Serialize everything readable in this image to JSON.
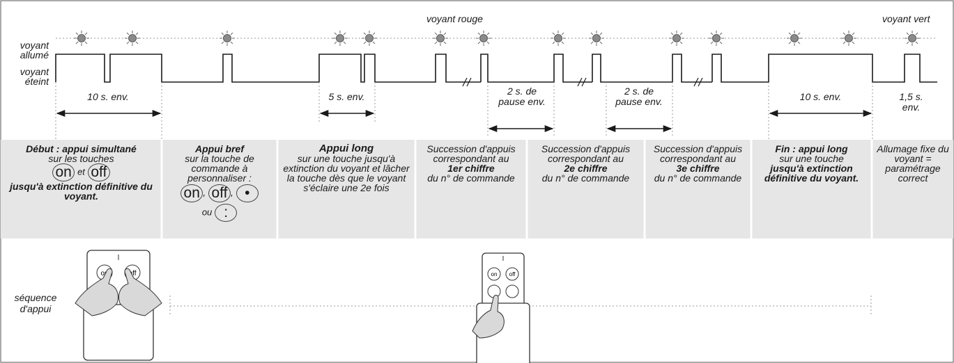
{
  "header": {
    "title": "",
    "voyant_rouge": "voyant rouge",
    "voyant_vert": "voyant vert",
    "label_on": "voyant allumé",
    "label_off": "voyant éteint"
  },
  "durations": {
    "d10a": "10 s. env.",
    "d5": "5 s. env.",
    "pause1": "2 s. de pause env.",
    "pause2": "2 s. de pause env.",
    "d10b": "10 s. env.",
    "d15": "1,5 s. env."
  },
  "steps": {
    "s1": {
      "title": "Début : appui simultané",
      "text1": "sur les touches",
      "et": "et",
      "text2": "jusqu'à extinction définitive du voyant.",
      "on": "on",
      "off": "off"
    },
    "s2": {
      "title": "Appui bref",
      "text1": "sur la touche de commande à personnaliser :",
      "ou": "ou",
      "on": "on",
      "off": "off",
      "dot": "•",
      "colon": ":"
    },
    "s3": {
      "title": "Appui long",
      "text": "sur une touche jusqu'à extinction du voyant et lâcher la touche dès que le voyant s'éclaire une 2e fois"
    },
    "s4": {
      "text1": "Succession d'appuis correspondant au",
      "bold": "1er chiffre",
      "text2": "du n° de commande"
    },
    "s5": {
      "text1": "Succession d'appuis correspondant au",
      "bold": "2e chiffre",
      "text2": "du n° de commande"
    },
    "s6": {
      "text1": "Succession d'appuis correspondant au",
      "bold": "3e chiffre",
      "text2": "du n° de commande"
    },
    "s7": {
      "title": "Fin : appui long",
      "text1": "sur une touche",
      "bold2": "jusqu'à extinction définitive du voyant."
    },
    "s8": {
      "text": "Allumage fixe du voyant = paramétrage correct"
    }
  },
  "sequence_label": "séquence d'appui",
  "remote_keys": {
    "on": "on",
    "off": "off"
  },
  "colors": {
    "panel": "#e6e6e6",
    "line": "#1a1a1a",
    "border": "#555555"
  },
  "icons": [
    "led-icon",
    "remote-control-icon",
    "hand-icon"
  ]
}
